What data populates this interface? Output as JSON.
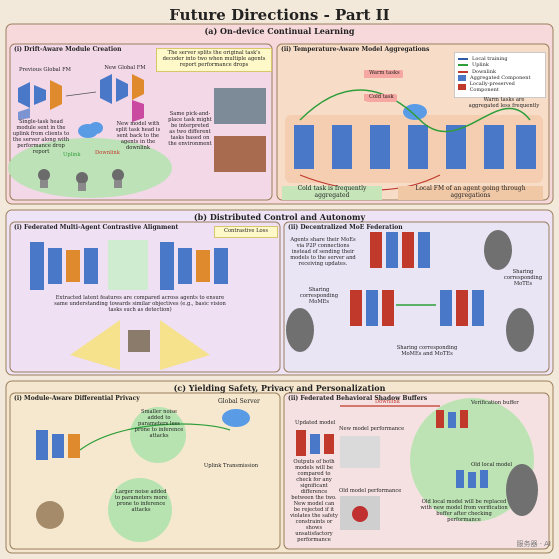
{
  "title": "Future Directions - Part II",
  "sections": {
    "a": "(a) On-device Continual Learning",
    "b": "(b) Distributed Control and Autonomy",
    "c": "(c) Yielding Safety, Privacy and Personalization"
  },
  "panels": {
    "a1": {
      "title": "(i) Drift-Aware Module Creation",
      "previous_fm": "Previous Global FM",
      "new_fm": "New Global FM",
      "note_left": "Single-task head module sent in the uplink from clients to the server along with performance drop report",
      "note_mid": "New model with split task head is sent back to the agents in the downlink",
      "note_top": "The server splits the original task's decoder into two when multiple agents report performance drops",
      "note_right": "Same pick-and-place task might be interpreted as two different tasks based on the environment",
      "uplink": "Uplink",
      "downlink": "Downlink"
    },
    "a2": {
      "title": "(ii) Temperature-Aware Model Aggregations",
      "legend": [
        "Local training",
        "Uplink",
        "Downlink",
        "Aggregated Component",
        "Locally-preserved Component"
      ],
      "warm_tasks": "Warm tasks",
      "cold_task": "Cold task",
      "warm_note": "Warm tasks are aggregated less frequently",
      "cold_note": "Cold task is frequently aggregated",
      "local_note": "Local FM of an agent going through aggregations"
    },
    "b1": {
      "title": "(i) Federated Multi-Agent Contrastive Alignment",
      "contrastive": "Contrastive Loss",
      "note": "Extracted latent features are compared across agents to ensure same understanding towards similar objectives (e.g., basic vision tasks such as detection)"
    },
    "b2": {
      "title": "(ii) Decentralized MoE Federation",
      "note_top": "Agents share their MoEs via P2P connections instead of sending their models to the server and receiving updates.",
      "share_left": "Sharing corresponding MoMEs",
      "share_right": "Sharing corresponding MoTEs",
      "share_bottom": "Sharing corresponding MoMEs and MoTEs"
    },
    "c1": {
      "title": "(i) Module-Aware Differential Privacy",
      "global_server": "Global Server",
      "note_small": "Smaller noise added to parameters less prone to inference attacks",
      "note_large": "Larger noise added to parameters more prone to inference attacks",
      "uplink": "Uplink Transmission"
    },
    "c2": {
      "title": "(ii) Federated Behavioral Shadow Buffers",
      "downlink": "Downlink",
      "verification": "Verification buffer",
      "updated_model": "Updated model",
      "old_local_model": "Old local model",
      "new_perf": "New model performance",
      "old_perf": "Old model performance",
      "note_left": "Outputs of both models will be compared to check for any significant difference between the two. New model can be rejected if it violates the safety constraints or shows unsatisfactory performance",
      "note_right": "Old local model will be replaced with new model from verification buffer after checking performance"
    }
  },
  "watermark": "服务器 · AI",
  "colors": {
    "blue_model": "#4a78c9",
    "red_model": "#d4473b",
    "green_zone": "#b7e3b0",
    "uplink": "#2e9e3a",
    "downlink": "#c0392b",
    "cloud": "#5a9be6"
  }
}
